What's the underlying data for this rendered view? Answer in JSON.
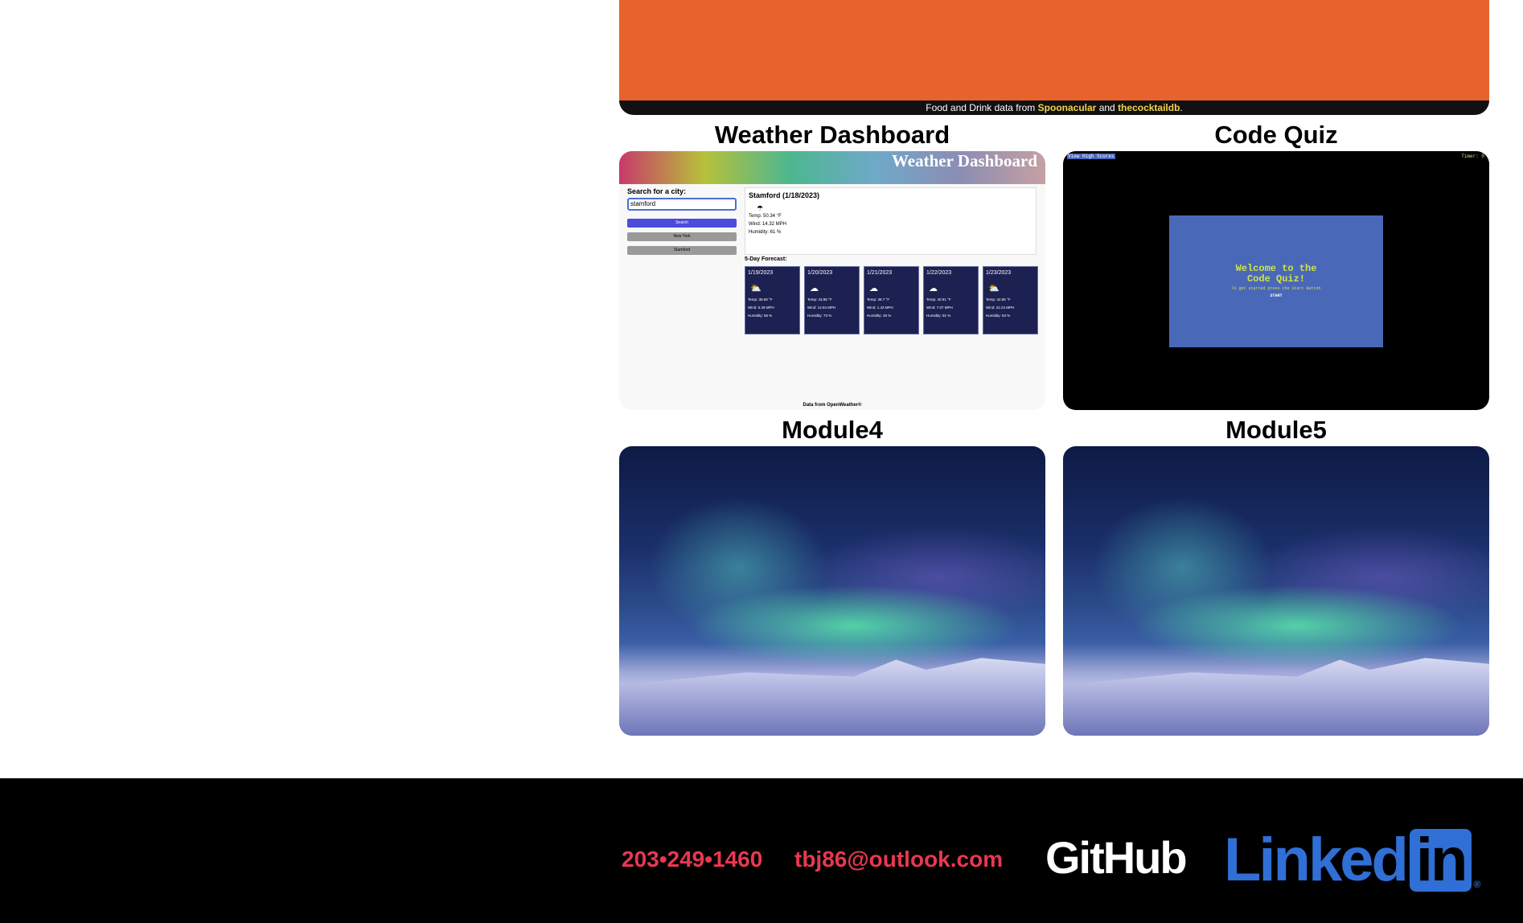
{
  "top_project": {
    "credit_prefix": "Food and Drink data from",
    "credit_link1": "Spoonacular",
    "credit_and": "and",
    "credit_link2": "thecocktaildb",
    "credit_end": "."
  },
  "projects": [
    {
      "title": "Weather Dashboard",
      "preview": {
        "banner": "Weather Dashboard",
        "search_label": "Search for a city:",
        "search_value": "stamford",
        "search_button": "Search",
        "history": [
          "New York",
          "Stamford"
        ],
        "current_title": "Stamford  (1/18/2023)",
        "current_temp": "Temp: 50.34 °F",
        "current_wind": "Wind: 14.32 MPH",
        "current_humidity": "Humidity: 61 %",
        "forecast_heading": "5-Day Forecast:",
        "forecast": [
          {
            "date": "1/19/2023",
            "temp": "Temp: 38.59 °F",
            "wind": "Wind: 5.49 MPH",
            "humidity": "Humidity: 56 %"
          },
          {
            "date": "1/20/2023",
            "temp": "Temp: 43.88 °F",
            "wind": "Wind: 12.84 MPH",
            "humidity": "Humidity: 73 %"
          },
          {
            "date": "1/21/2023",
            "temp": "Temp: 38.7 °F",
            "wind": "Wind: 1.43 MPH",
            "humidity": "Humidity: 48 %"
          },
          {
            "date": "1/22/2023",
            "temp": "Temp: 40.91 °F",
            "wind": "Wind: 7.07 MPH",
            "humidity": "Humidity: 81 %"
          },
          {
            "date": "1/23/2023",
            "temp": "Temp: 42.65 °F",
            "wind": "Wind: 22.24 MPH",
            "humidity": "Humidity: 63 %"
          }
        ],
        "data_credit": "Data from OpenWeather®"
      }
    },
    {
      "title": "Code Quiz",
      "preview": {
        "high_scores": "View High Scores",
        "timer": "Timer: 0",
        "welcome": "Welcome to the Code Quiz!",
        "subtitle": "To get started press the Start Button",
        "start": "START"
      }
    },
    {
      "title": "Module4"
    },
    {
      "title": "Module5"
    }
  ],
  "footer": {
    "phone": "203•249•1460",
    "email": "tbj86@outlook.com",
    "github": "GitHub",
    "linkedin_text": "Linked",
    "linkedin_box": "in",
    "linkedin_reg": "®"
  },
  "colors": {
    "orange": "#e7632b",
    "footer_bg": "#000000",
    "contact_red": "#e8384f",
    "linkedin_blue": "#2f6fd6"
  }
}
